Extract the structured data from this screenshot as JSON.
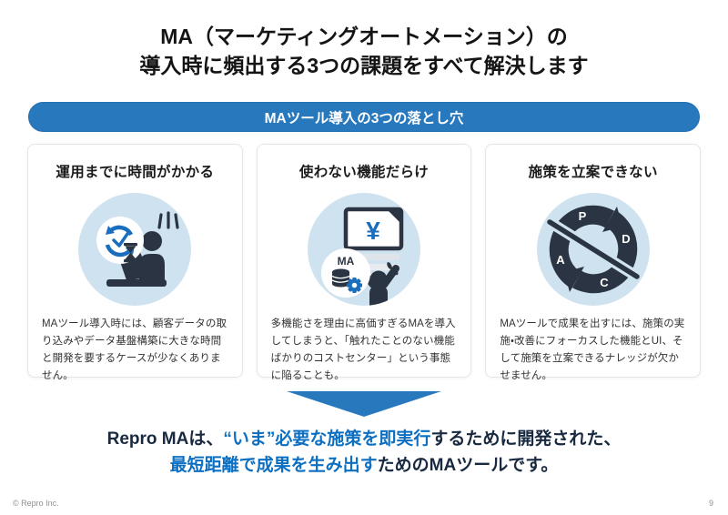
{
  "title": {
    "line1": "MA（マーケティングオートメーション）の",
    "line2": "導入時に頻出する3つの課題をすべて解決します"
  },
  "banner": {
    "label": "MAツール導入の3つの落とし穴"
  },
  "cards": [
    {
      "heading": "運用までに時間がかかる",
      "body": "MAツール導入時には、顧客データの取り込みやデータ基盤構築に大きな時間と開発を要するケースが少なくありません。",
      "icon": "hourglass-clock-person-laptop-icon"
    },
    {
      "heading": "使わない機能だらけ",
      "body": "多機能さを理由に高価すぎるMAを導入してしまうと、「触れたことのない機能ばかりのコストセンター」という事態に陥ることも。",
      "icon": "expensive-yen-banknote-overwhelmed-person-icon",
      "labels": {
        "yen": "¥",
        "ma": "MA"
      }
    },
    {
      "heading": "施策を立案できない",
      "body": "MAツールで成果を出すには、施策の実施・改善にフォーカスした機能とUI、そして施策を立案できるナレッジが欠かせません。",
      "icon": "pdca-cycle-crossed-out-icon",
      "labels": {
        "p": "P",
        "d": "D",
        "a": "A",
        "c": "C"
      }
    }
  ],
  "conclusion": {
    "line1": [
      {
        "text": "Repro MAは、",
        "highlight": false
      },
      {
        "text": "“いま”必要な施策を即実行",
        "highlight": true
      },
      {
        "text": "するために開発された、",
        "highlight": false
      }
    ],
    "line2": [
      {
        "text": "最短距離で成果を生み出す",
        "highlight": true
      },
      {
        "text": "ためのMAツールです。",
        "highlight": false
      }
    ]
  },
  "footer": {
    "copyright": "© Repro Inc.",
    "page_number": "9"
  },
  "colors": {
    "accent_blue": "#2878be",
    "highlight_text_blue": "#0d6fc1",
    "icon_circle_blue": "#cfe2f0",
    "icon_dark_navy": "#2b3442",
    "icon_blue": "#1b6ebd"
  }
}
